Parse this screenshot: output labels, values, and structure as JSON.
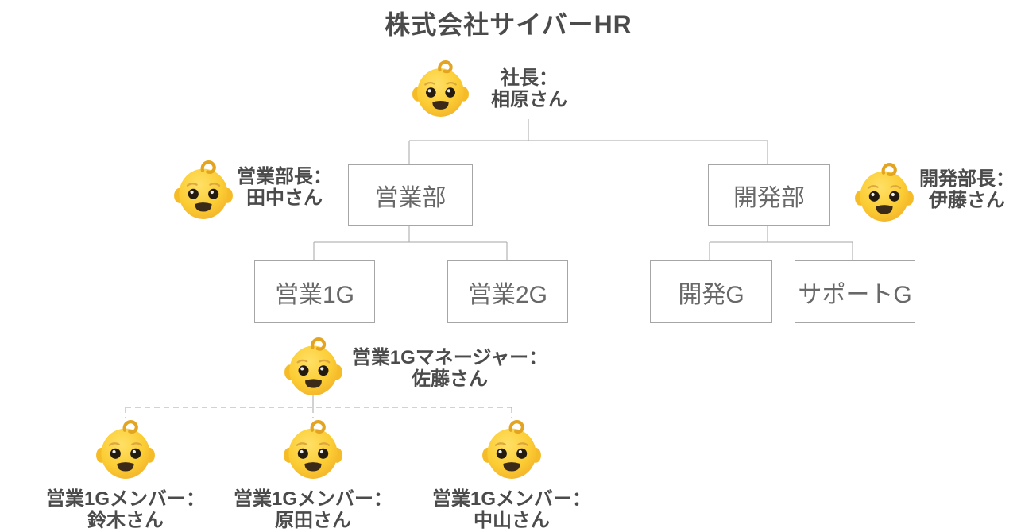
{
  "title": "株式会社サイバーHR",
  "icons": {
    "person": "👶"
  },
  "colors": {
    "text_dark": "#4b4b4b",
    "box_text": "#686868",
    "box_border": "#a6a6a6",
    "line": "#a6a6a6",
    "emoji_face": "#fbcc33",
    "emoji_shade": "#efa827"
  },
  "org": {
    "president": {
      "role": "社長：",
      "name": "相原さん"
    },
    "sales_manager": {
      "role": "営業部長：",
      "name": "田中さん"
    },
    "dev_manager": {
      "role": "開発部長：",
      "name": "伊藤さん"
    },
    "sales1g_manager": {
      "role": "営業1Gマネージャー：",
      "name": "佐藤さん"
    },
    "members": [
      {
        "role": "営業1Gメンバー：",
        "name": "鈴木さん"
      },
      {
        "role": "営業1Gメンバー：",
        "name": "原田さん"
      },
      {
        "role": "営業1Gメンバー：",
        "name": "中山さん"
      }
    ],
    "departments": {
      "sales": "営業部",
      "dev": "開発部"
    },
    "groups": {
      "sales1": "営業1G",
      "sales2": "営業2G",
      "dev": "開発G",
      "support": "サポートG"
    }
  }
}
